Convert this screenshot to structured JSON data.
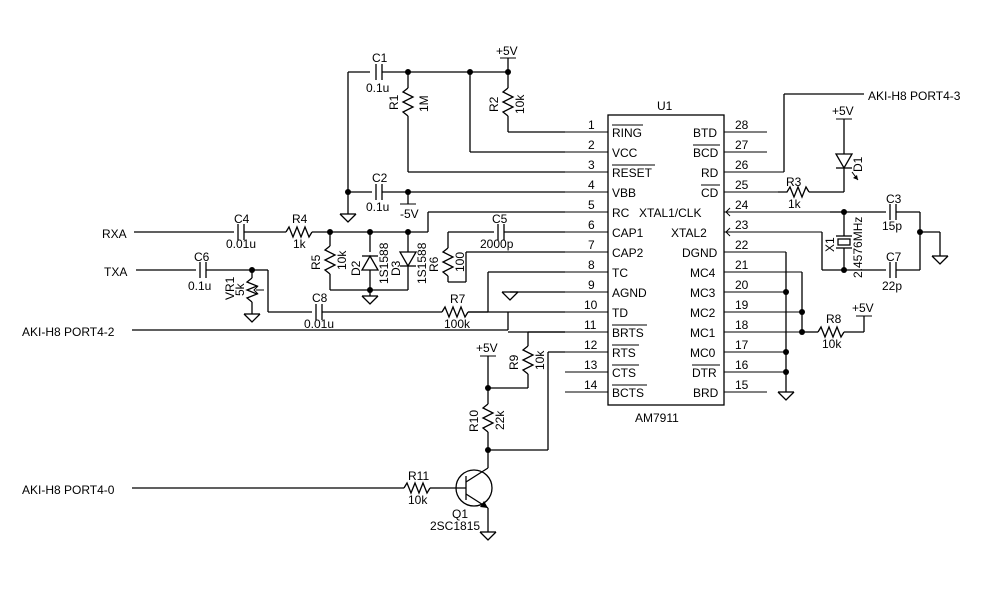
{
  "ic": {
    "ref": "U1",
    "part": "AM7911",
    "left_pins": [
      {
        "num": "1",
        "name": "RING"
      },
      {
        "num": "2",
        "name": "VCC"
      },
      {
        "num": "3",
        "name": "RESET"
      },
      {
        "num": "4",
        "name": "VBB"
      },
      {
        "num": "5",
        "name": "RC"
      },
      {
        "num": "6",
        "name": "CAP1"
      },
      {
        "num": "7",
        "name": "CAP2"
      },
      {
        "num": "8",
        "name": "TC"
      },
      {
        "num": "9",
        "name": "AGND"
      },
      {
        "num": "10",
        "name": "TD"
      },
      {
        "num": "11",
        "name": "BRTS"
      },
      {
        "num": "12",
        "name": "RTS"
      },
      {
        "num": "13",
        "name": "CTS"
      },
      {
        "num": "14",
        "name": "BCTS"
      }
    ],
    "right_pins": [
      {
        "num": "28",
        "name": "BTD"
      },
      {
        "num": "27",
        "name": "BCD"
      },
      {
        "num": "26",
        "name": "RD"
      },
      {
        "num": "25",
        "name": "CD"
      },
      {
        "num": "24",
        "name": "XTAL1/CLK"
      },
      {
        "num": "23",
        "name": "XTAL2"
      },
      {
        "num": "22",
        "name": "DGND"
      },
      {
        "num": "21",
        "name": "MC4"
      },
      {
        "num": "20",
        "name": "MC3"
      },
      {
        "num": "19",
        "name": "MC2"
      },
      {
        "num": "18",
        "name": "MC1"
      },
      {
        "num": "17",
        "name": "MC0"
      },
      {
        "num": "16",
        "name": "DTR"
      },
      {
        "num": "15",
        "name": "BRD"
      }
    ]
  },
  "nets": {
    "vplus": "+5V",
    "vminus": "-5V",
    "rxa": "RXA",
    "txa": "TXA",
    "port43": "AKI-H8 PORT4-3",
    "port42": "AKI-H8 PORT4-2",
    "port40": "AKI-H8 PORT4-0"
  },
  "parts": {
    "C1": {
      "ref": "C1",
      "value": "0.1u"
    },
    "C2": {
      "ref": "C2",
      "value": "0.1u"
    },
    "C3": {
      "ref": "C3",
      "value": "15p"
    },
    "C4": {
      "ref": "C4",
      "value": "0.01u"
    },
    "C5": {
      "ref": "C5",
      "value": "2000p"
    },
    "C6": {
      "ref": "C6",
      "value": "0.1u"
    },
    "C7": {
      "ref": "C7",
      "value": "22p"
    },
    "C8": {
      "ref": "C8",
      "value": "0.01u"
    },
    "R1": {
      "ref": "R1",
      "value": "1M"
    },
    "R2": {
      "ref": "R2",
      "value": "10k"
    },
    "R3": {
      "ref": "R3",
      "value": "1k"
    },
    "R4": {
      "ref": "R4",
      "value": "1k"
    },
    "R5": {
      "ref": "R5",
      "value": "10k"
    },
    "R6": {
      "ref": "R6",
      "value": "100"
    },
    "R7": {
      "ref": "R7",
      "value": "100k"
    },
    "R8": {
      "ref": "R8",
      "value": "10k"
    },
    "R9": {
      "ref": "R9",
      "value": "10k"
    },
    "R10": {
      "ref": "R10",
      "value": "22k"
    },
    "R11": {
      "ref": "R11",
      "value": "10k"
    },
    "VR1": {
      "ref": "VR1",
      "value": "5k"
    },
    "D1": {
      "ref": "D1"
    },
    "D2": {
      "ref": "D2",
      "value": "1S1588"
    },
    "D3": {
      "ref": "D3",
      "value": "1S1588"
    },
    "X1": {
      "ref": "X1",
      "value": "2.4576MHz"
    },
    "Q1": {
      "ref": "Q1",
      "value": "2SC1815"
    }
  }
}
